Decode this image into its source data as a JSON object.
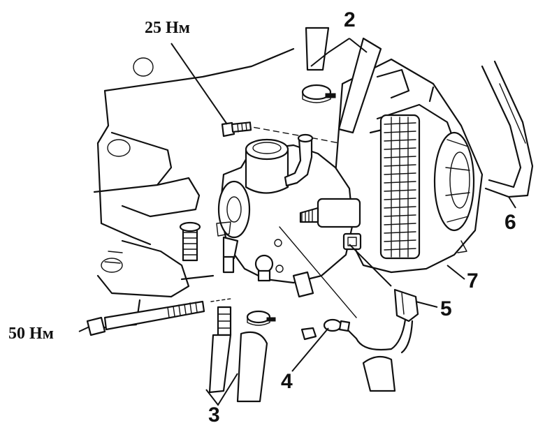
{
  "labels": {
    "torque_top": "25 Нм",
    "torque_left": "50 Нм",
    "part_2": "2",
    "part_3": "3",
    "part_4": "4",
    "part_5": "5",
    "part_6": "6",
    "part_7": "7"
  }
}
